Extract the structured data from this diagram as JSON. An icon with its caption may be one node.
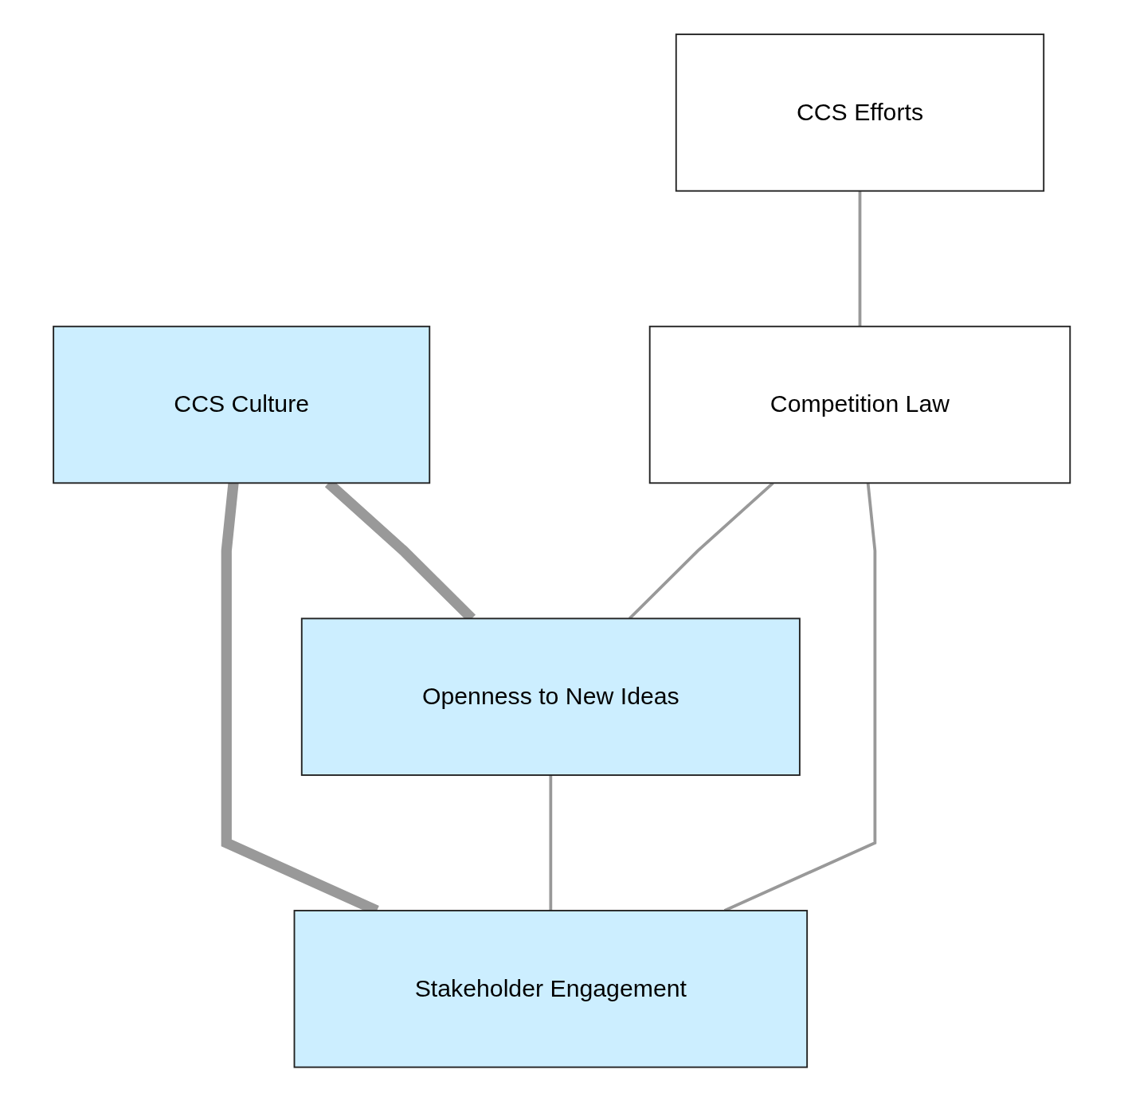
{
  "diagram": {
    "nodes": [
      {
        "text": [
          "CCS Culture"
        ]
      },
      {
        "text": [
          "CCS Efforts"
        ]
      },
      {
        "text": [
          "Openness to New Ideas"
        ]
      },
      {
        "text": [
          "Competition Law"
        ]
      },
      {
        "text": [
          "Stakeholder Engagement"
        ]
      }
    ],
    "edges": [
      {
        "from": 0,
        "to": 2,
        "arrow": "none",
        "style": "thick"
      },
      {
        "from": 0,
        "to": 4,
        "arrow": "none",
        "style": "thick"
      },
      {
        "from": 2,
        "to": 4,
        "arrow": "none"
      },
      {
        "from": 1,
        "to": 3,
        "arrow": "none"
      },
      {
        "from": 3,
        "to": 2,
        "arrow": "none"
      },
      {
        "from": 3,
        "to": 4,
        "arrow": "none"
      }
    ]
  }
}
